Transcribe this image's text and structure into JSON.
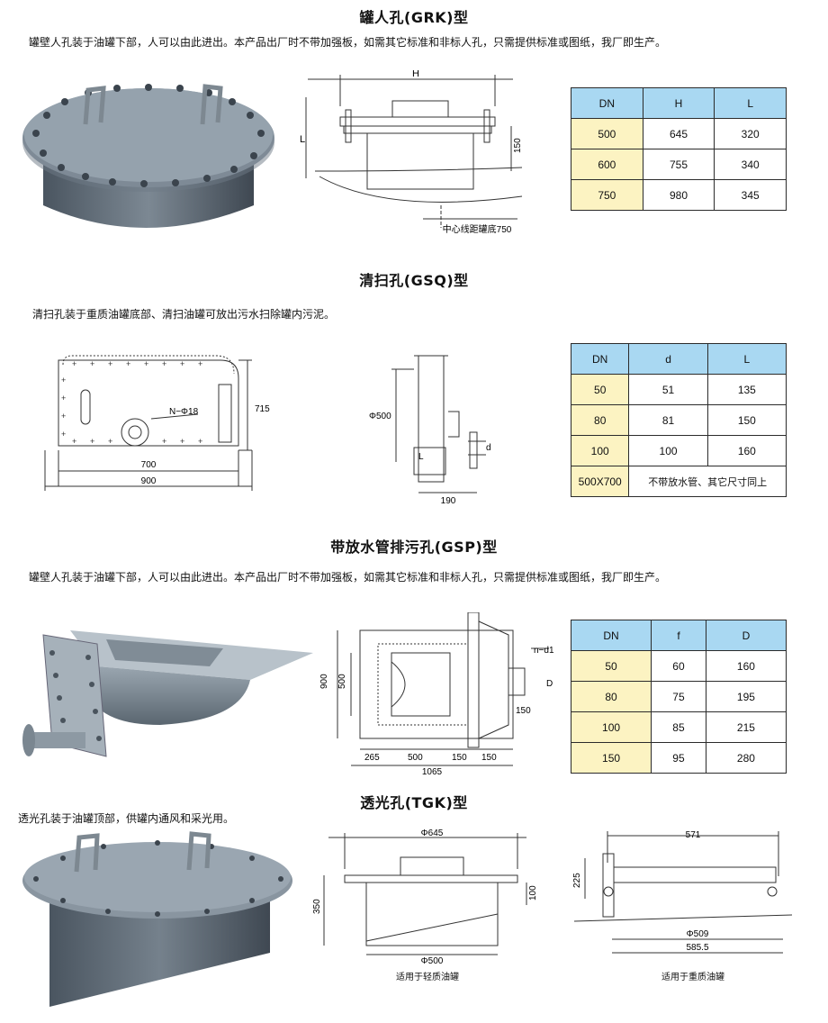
{
  "grk": {
    "title": "罐人孔(GRK)型",
    "desc": "罐壁人孔装于油罐下部，人可以由此进出。本产品出厂时不带加强板，如需其它标准和非标人孔，只需提供标准或图纸，我厂即生产。",
    "dims": {
      "h": "H",
      "l": "L",
      "d150": "150",
      "note": "中心线距罐底750"
    },
    "table": {
      "headers": [
        "DN",
        "H",
        "L"
      ],
      "rows": [
        [
          "500",
          "645",
          "320"
        ],
        [
          "600",
          "755",
          "340"
        ],
        [
          "750",
          "980",
          "345"
        ]
      ]
    }
  },
  "gsq": {
    "title": "清扫孔(GSQ)型",
    "desc": "清扫孔装于重质油罐底部、清扫油罐可放出污水扫除罐内污泥。",
    "dims": {
      "n": "N−Φ18",
      "h715": "715",
      "w700": "700",
      "w900": "900",
      "phi500": "Φ500",
      "d": "d",
      "l": "L",
      "w190": "190"
    },
    "table": {
      "headers": [
        "DN",
        "d",
        "L"
      ],
      "rows": [
        [
          "50",
          "51",
          "135"
        ],
        [
          "80",
          "81",
          "150"
        ],
        [
          "100",
          "100",
          "160"
        ]
      ],
      "last": {
        "dn": "500X700",
        "note": "不带放水管、其它尺寸同上"
      }
    }
  },
  "gsp": {
    "title": "带放水管排污孔(GSP)型",
    "desc": "罐壁人孔装于油罐下部，人可以由此进出。本产品出厂时不带加强板，如需其它标准和非标人孔，只需提供标准或图纸，我厂即生产。",
    "dims": {
      "h900": "900",
      "h500": "500",
      "w265": "265",
      "w500": "500",
      "w150a": "150",
      "w150b": "150",
      "w1065": "1065",
      "nd1": "n−d1",
      "d": "D",
      "w150c": "150"
    },
    "table": {
      "headers": [
        "DN",
        "f",
        "D"
      ],
      "rows": [
        [
          "50",
          "60",
          "160"
        ],
        [
          "80",
          "75",
          "195"
        ],
        [
          "100",
          "85",
          "215"
        ],
        [
          "150",
          "95",
          "280"
        ]
      ]
    }
  },
  "tgk": {
    "title": "透光孔(TGK)型",
    "desc": "透光孔装于油罐顶部，供罐内通风和采光用。",
    "dims": {
      "phi645": "Φ645",
      "h350": "350",
      "h100": "100",
      "phi500": "Φ500",
      "w571": "571",
      "h225": "225",
      "phi509": "Φ509",
      "w585": "585.5"
    },
    "cap_light": "适用于轻质油罐",
    "cap_heavy": "适用于重质油罐"
  },
  "colors": {
    "header_bg": "#a9d8f2",
    "cell_bg": "#fcf3c2",
    "steel": "#6f7b86"
  }
}
